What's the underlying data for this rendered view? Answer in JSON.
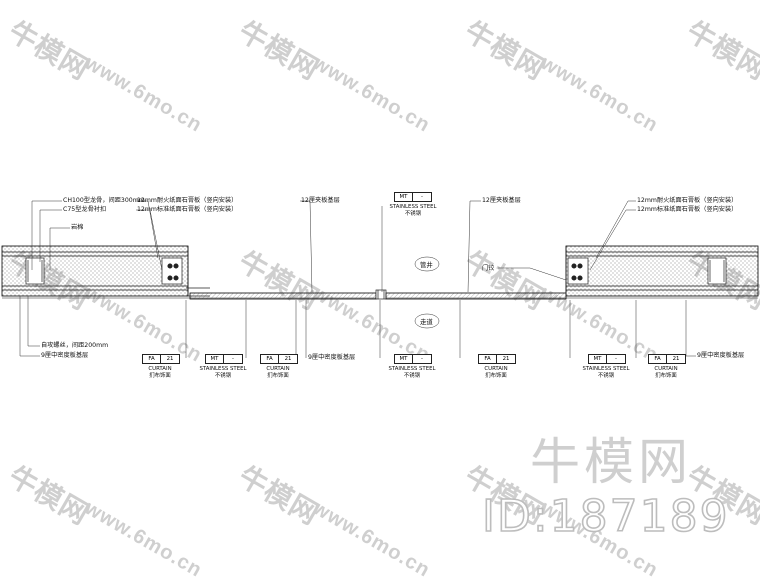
{
  "watermark": {
    "logo_cn": "牛模网",
    "url": "www.6mo.cn",
    "brand": "牛模网",
    "id_text": "ID:187189"
  },
  "drawing": {
    "left_notes": {
      "stud": "CH100型龙骨，间距300mm",
      "c75": "C75型龙骨衬扣",
      "rock_wool": "岩棉",
      "fire_gypsum": "12mm耐火纸面石膏板（竖向安装）",
      "std_gypsum": "12mm标准纸面石膏板（竖向安装）",
      "screw": "自攻螺丝，间距200mm",
      "mdf_base": "9厘中密度板基层"
    },
    "plywood_left": "12厘夹板基层",
    "plywood_right": "12厘夹板基层",
    "hinge": "门铰",
    "room_top": "管井",
    "room_bottom": "走道",
    "right_notes": {
      "fire_gypsum": "12mm耐火纸面石膏板（竖向安装）",
      "std_gypsum": "12mm标准纸面石膏板（竖向安装）",
      "mdf_base": "9厘中密度板基层"
    },
    "mdf_middle": "9厘中密度板基层",
    "top_tag": {
      "code": "MT",
      "num": "-",
      "en": "STAINLESS STEEL",
      "cn": "不锈钢"
    },
    "bottom_tags": [
      {
        "code": "FA",
        "num": "21",
        "en": "CURTAIN",
        "cn": "扪布饰面"
      },
      {
        "code": "MT",
        "num": "-",
        "en": "STAINLESS STEEL",
        "cn": "不锈钢"
      },
      {
        "code": "FA",
        "num": "21",
        "en": "CURTAIN",
        "cn": "扪布饰面"
      },
      {
        "code": "MT",
        "num": "-",
        "en": "STAINLESS STEEL",
        "cn": "不锈钢"
      },
      {
        "code": "FA",
        "num": "21",
        "en": "CURTAIN",
        "cn": "扪布饰面"
      },
      {
        "code": "MT",
        "num": "-",
        "en": "STAINLESS STEEL",
        "cn": "不锈钢"
      },
      {
        "code": "FA",
        "num": "21",
        "en": "CURTAIN",
        "cn": "扪布饰面"
      }
    ]
  }
}
